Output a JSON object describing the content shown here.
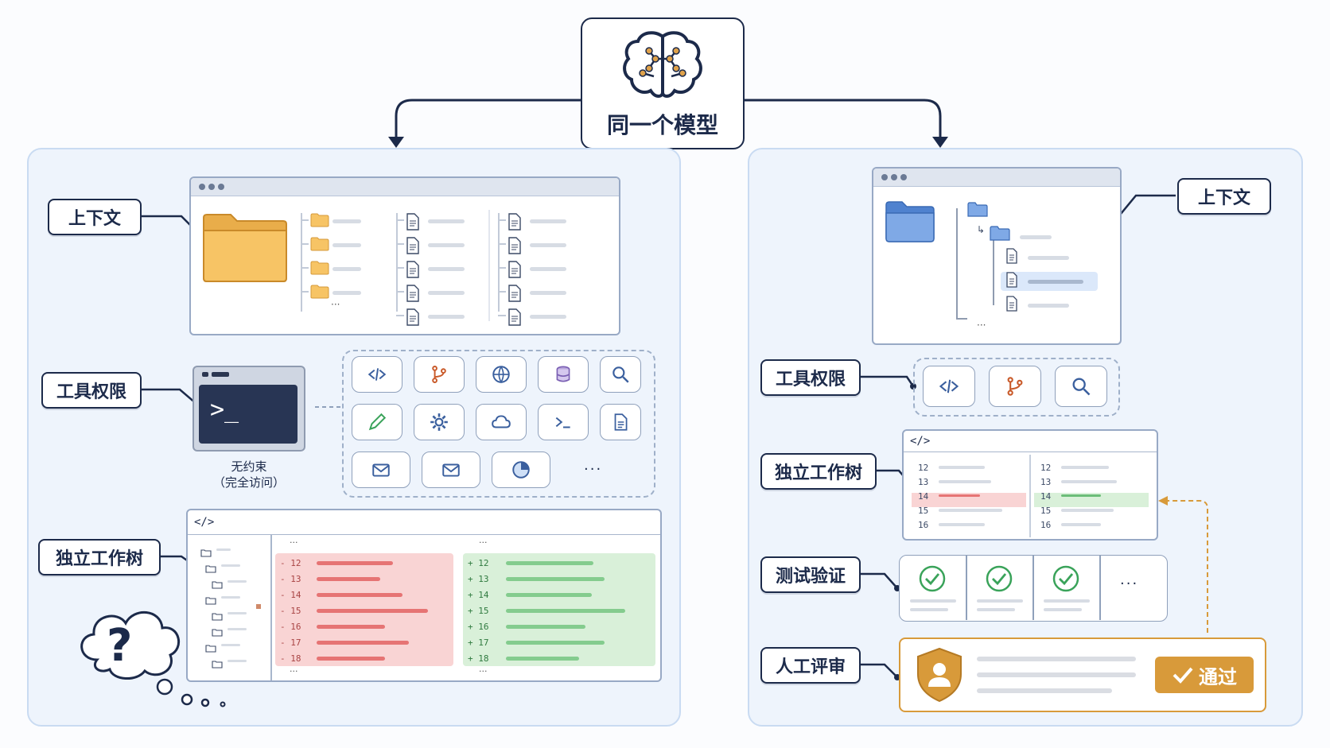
{
  "top": {
    "title": "同一个模型"
  },
  "left": {
    "labels": {
      "context": "上下文",
      "tools": "工具权限",
      "worktree": "独立工作树"
    },
    "terminal_caption": [
      "无约束",
      "（完全访问）"
    ],
    "tools_more": "···",
    "terminal_prompt": ">_",
    "code_tag": "</>",
    "folder_more": "···",
    "ellipsis": "···",
    "question_mark": "?",
    "diff_removed": [
      {
        "sign": "-",
        "num": "12"
      },
      {
        "sign": "-",
        "num": "13"
      },
      {
        "sign": "-",
        "num": "14"
      },
      {
        "sign": "-",
        "num": "15"
      },
      {
        "sign": "-",
        "num": "16"
      },
      {
        "sign": "-",
        "num": "17"
      },
      {
        "sign": "-",
        "num": "18"
      }
    ],
    "diff_added": [
      {
        "sign": "+",
        "num": "12"
      },
      {
        "sign": "+",
        "num": "13"
      },
      {
        "sign": "+",
        "num": "14"
      },
      {
        "sign": "+",
        "num": "15"
      },
      {
        "sign": "+",
        "num": "16"
      },
      {
        "sign": "+",
        "num": "17"
      },
      {
        "sign": "+",
        "num": "18"
      }
    ],
    "tool_icons": [
      "code-icon",
      "branch-icon",
      "globe-icon",
      "database-icon",
      "search-icon",
      "pencil-icon",
      "gear-icon",
      "cloud-icon",
      "terminal-icon",
      "file-icon",
      "mail-icon",
      "mail-icon",
      "pie-chart-icon"
    ]
  },
  "right": {
    "labels": {
      "context": "上下文",
      "tools": "工具权限",
      "worktree": "独立工作树",
      "tests": "测试验证",
      "review": "人工评审"
    },
    "approve": "通过",
    "code_tag": "</>",
    "tree_more": "···",
    "tests_more": "···",
    "code_lines_left": [
      "12",
      "13",
      "14",
      "15",
      "16"
    ],
    "code_lines_right": [
      "12",
      "13",
      "14",
      "15",
      "16"
    ],
    "tool_icons": [
      "code-icon",
      "branch-icon",
      "search-icon"
    ]
  },
  "colors": {
    "navy": "#1c2a4a",
    "folder_yellow": "#f7c465",
    "folder_blue": "#6b9be0",
    "removed": "#f9d4d4",
    "added": "#d9f0d9",
    "approve": "#d89a3a",
    "check_green": "#3aa35a"
  }
}
